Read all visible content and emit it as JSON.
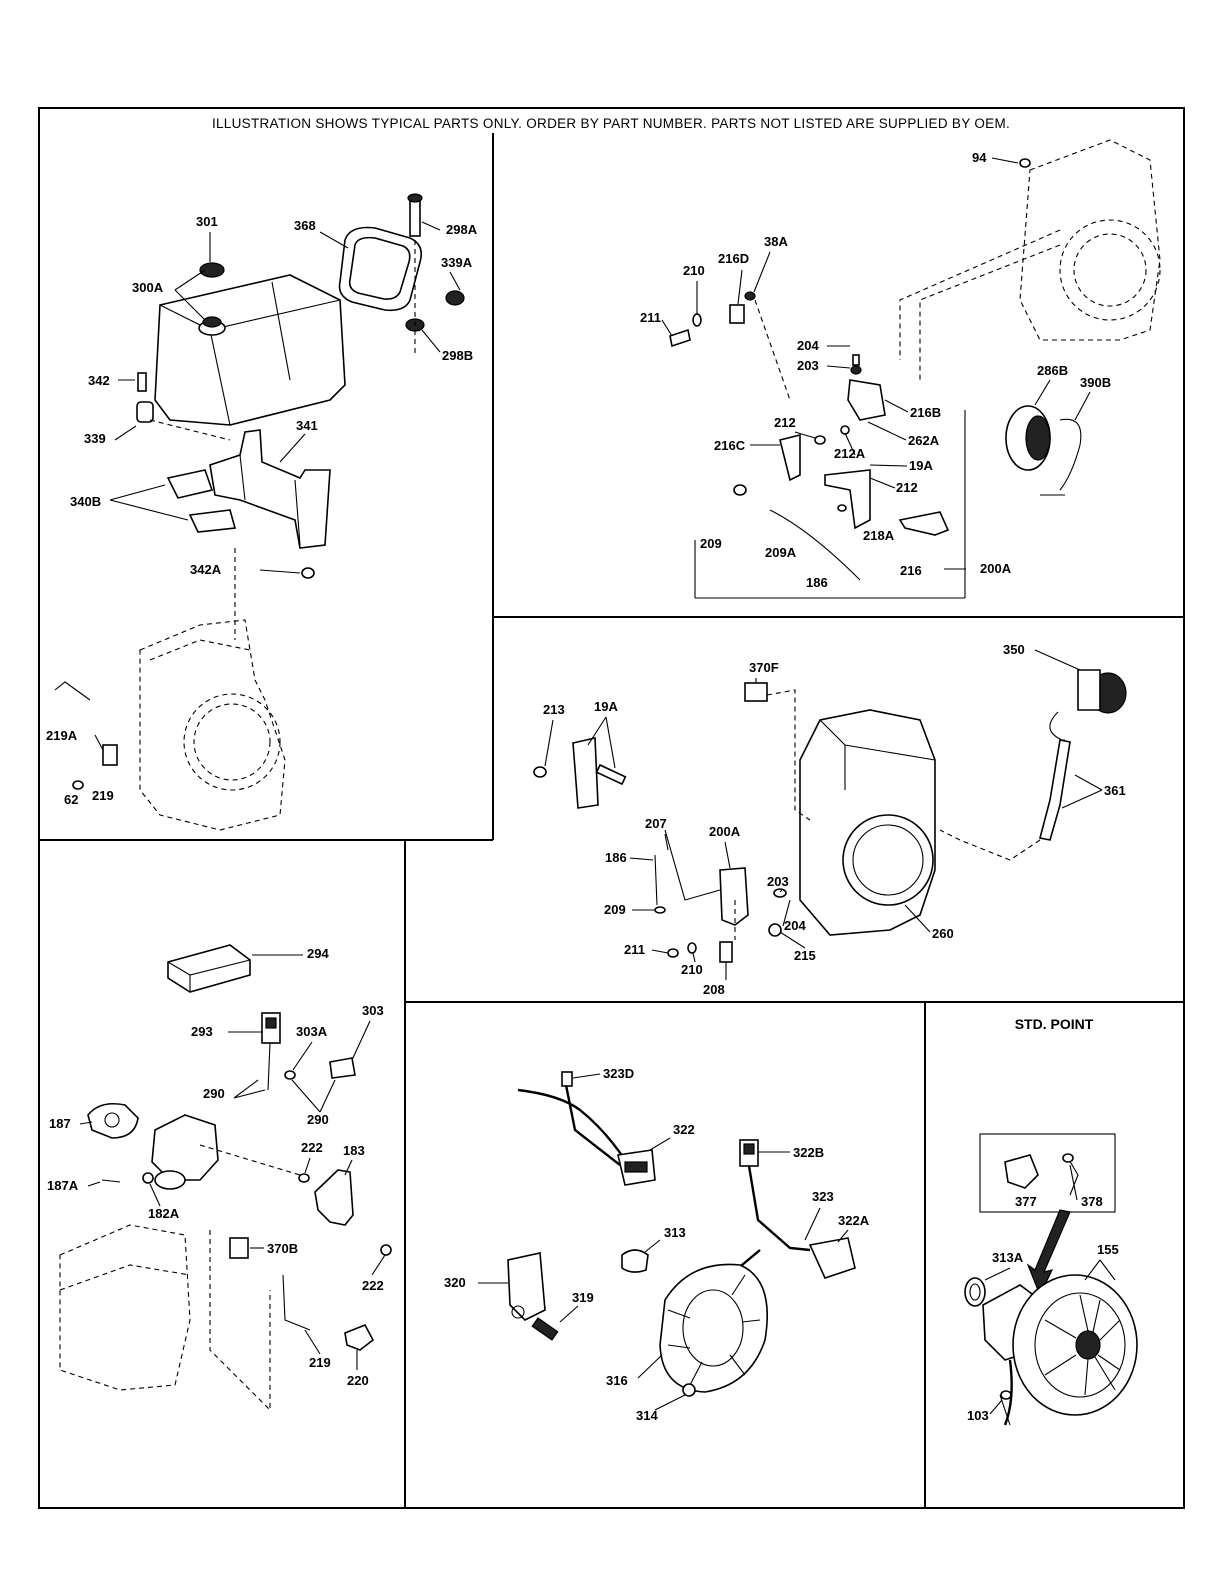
{
  "header": {
    "notice": "ILLUSTRATION SHOWS TYPICAL PARTS ONLY. ORDER BY PART NUMBER. PARTS NOT LISTED ARE SUPPLIED BY OEM."
  },
  "panels": {
    "std_point_title": "STD. POINT"
  },
  "part_labels": {
    "fuel_tank": [
      "301",
      "300A",
      "368",
      "298A",
      "339A",
      "298B",
      "342",
      "339",
      "341",
      "340B",
      "342A",
      "219A",
      "219",
      "62"
    ],
    "governor": [
      "94",
      "38A",
      "210",
      "216D",
      "211",
      "204",
      "203",
      "286B",
      "390B",
      "212",
      "216B",
      "262A",
      "216C",
      "212A",
      "19A",
      "212",
      "209",
      "218A",
      "209A",
      "216",
      "186",
      "200A"
    ],
    "blower_housing": [
      "350",
      "370F",
      "213",
      "19A",
      "361",
      "207",
      "200A",
      "186",
      "203",
      "209",
      "204",
      "211",
      "215",
      "210",
      "260",
      "208"
    ],
    "carburetor": [
      "294",
      "293",
      "303A",
      "303",
      "290",
      "290",
      "187",
      "222",
      "183",
      "187A",
      "182A",
      "370B",
      "222",
      "219",
      "220"
    ],
    "alternator": [
      "323D",
      "322",
      "322B",
      "323",
      "322A",
      "313",
      "320",
      "319",
      "316",
      "314"
    ],
    "ignition": [
      "377",
      "378",
      "313A",
      "155",
      "103"
    ]
  }
}
